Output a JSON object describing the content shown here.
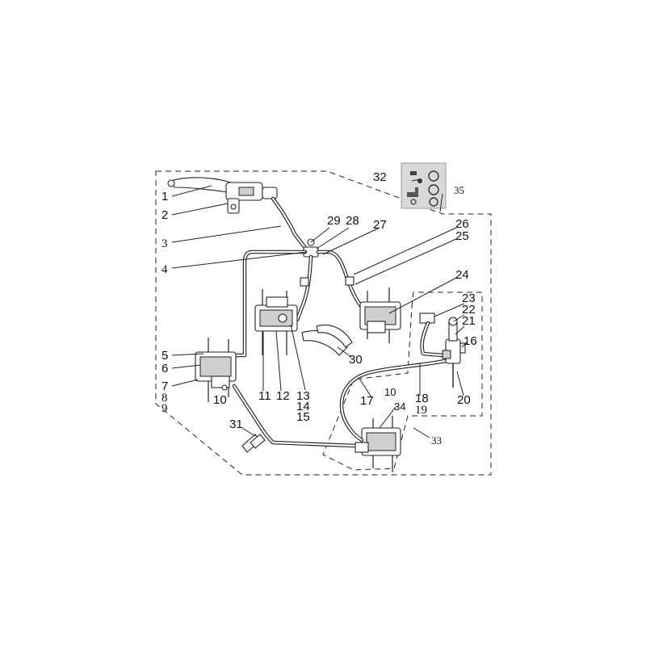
{
  "callouts": {
    "c1": "1",
    "c2": "2",
    "c3": "3",
    "c4": "4",
    "c5": "5",
    "c6": "6",
    "c7": "7",
    "c8": "8",
    "c9": "9",
    "c10a": "10",
    "c10b": "10",
    "c11": "11",
    "c12": "12",
    "c13": "13",
    "c14": "14",
    "c15": "15",
    "c16": "16",
    "c17": "17",
    "c18": "18",
    "c19": "19",
    "c20": "20",
    "c21": "21",
    "c22": "22",
    "c23": "23",
    "c24": "24",
    "c25": "25",
    "c26": "26",
    "c27": "27",
    "c28": "28",
    "c29": "29",
    "c30": "30",
    "c31": "31",
    "c32": "32",
    "c33": "33",
    "c34": "34",
    "c35": "35"
  }
}
